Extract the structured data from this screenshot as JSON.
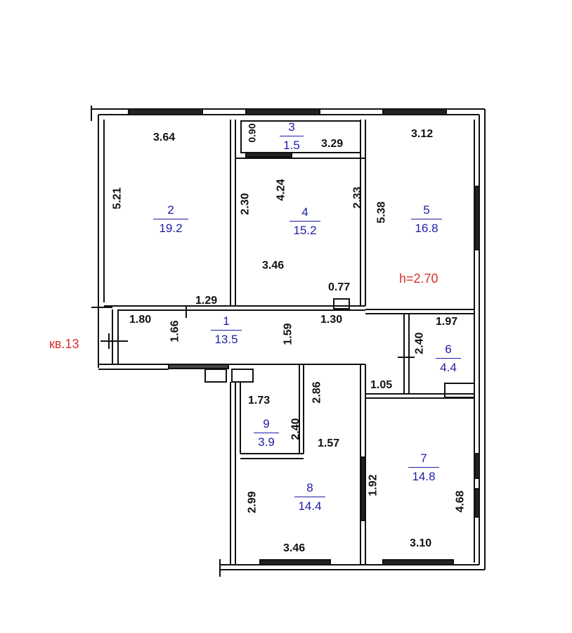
{
  "plan": {
    "apartment_label": "кв.13",
    "ceiling_height": "h=2.70",
    "colors": {
      "walls": "#111111",
      "dimensions": "#111111",
      "room_labels": "#1c1ca8",
      "annotations": "#d8312c"
    }
  },
  "rooms": [
    {
      "id": "room-2",
      "number": "2",
      "area": "19.2"
    },
    {
      "id": "room-3",
      "number": "3",
      "area": "1.5"
    },
    {
      "id": "room-4",
      "number": "4",
      "area": "15.2"
    },
    {
      "id": "room-5",
      "number": "5",
      "area": "16.8"
    },
    {
      "id": "room-1",
      "number": "1",
      "area": "13.5"
    },
    {
      "id": "room-6",
      "number": "6",
      "area": "4.4"
    },
    {
      "id": "room-9",
      "number": "9",
      "area": "3.9"
    },
    {
      "id": "room-8",
      "number": "8",
      "area": "14.4"
    },
    {
      "id": "room-7",
      "number": "7",
      "area": "14.8"
    }
  ],
  "dimensions": {
    "r2_width": "3.64",
    "r2_height": "5.21",
    "r3_height": "0.90",
    "r3_width": "3.29",
    "r4_left": "2.30",
    "r4_diag": "4.24",
    "r4_right": "2.33",
    "r4_width": "3.46",
    "r4_niche": "0.77",
    "r5_width": "3.12",
    "r5_height": "5.38",
    "hall_top": "1.29",
    "hall_entry_w": "1.80",
    "hall_entry_h": "1.66",
    "hall_mid": "1.59",
    "hall_corr": "1.30",
    "r6_height": "2.40",
    "r6_width": "1.97",
    "hall_end": "1.05",
    "r9_width": "1.73",
    "r9_height": "2.40",
    "r8_upper": "2.86",
    "r8_neck": "1.57",
    "r8_height": "2.99",
    "r8_width": "3.46",
    "r7_left": "1.92",
    "r7_right": "4.68",
    "r7_width": "3.10"
  }
}
